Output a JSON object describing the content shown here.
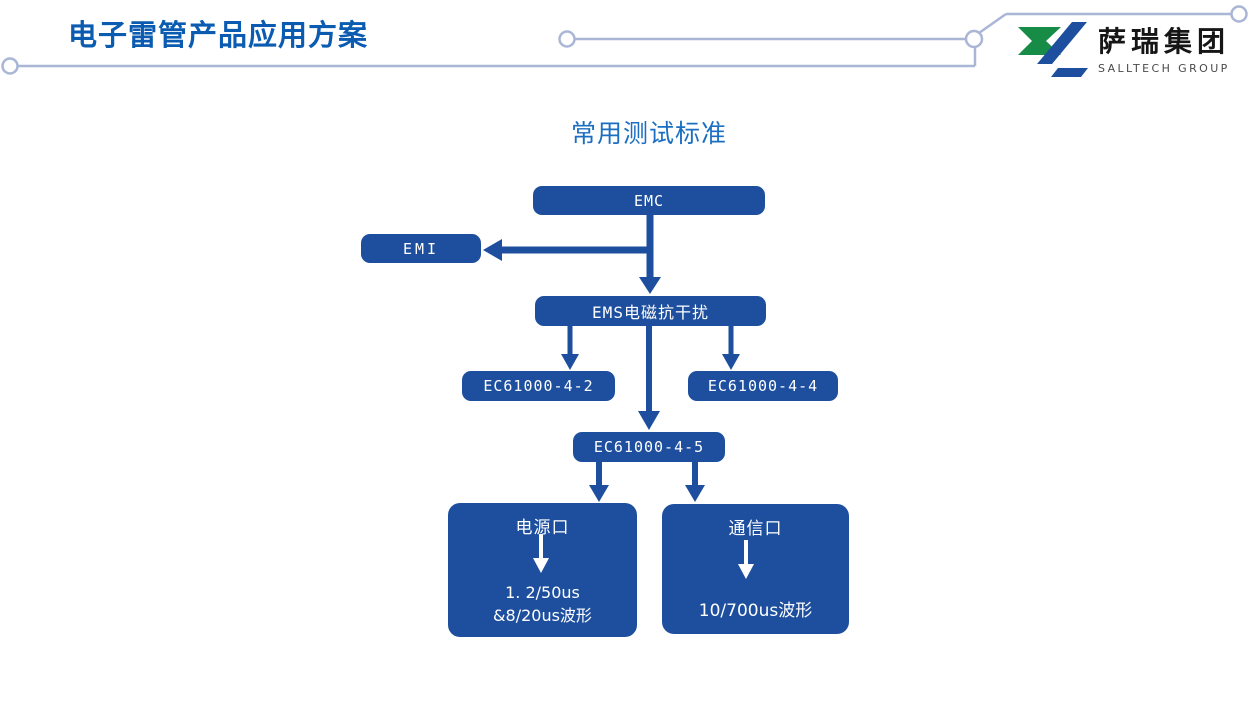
{
  "header": {
    "title": "电子雷管产品应用方案",
    "logo": {
      "icon": "salltech-logo-mark-icon",
      "company_cn": "萨瑞集团",
      "company_en": "SALLTECH GROUP"
    }
  },
  "diagram": {
    "title": "常用测试标准",
    "nodes": {
      "emc": {
        "label": "EMC"
      },
      "emi": {
        "label": "EMI"
      },
      "ems": {
        "label": "EMS电磁抗干扰"
      },
      "ec61000_4_2": {
        "label": "EC61000-4-2"
      },
      "ec61000_4_4": {
        "label": "EC61000-4-4"
      },
      "ec61000_4_5": {
        "label": "EC61000-4-5"
      },
      "power_port": {
        "label": "电源口",
        "lines": [
          "1. 2/50us",
          "&8/20us波形"
        ]
      },
      "comm_port": {
        "label": "通信口",
        "lines": [
          "10/700us波形"
        ]
      }
    },
    "edges": [
      "EMC -> EMI",
      "EMC -> EMS电磁抗干扰",
      "EMS电磁抗干扰 -> EC61000-4-2",
      "EMS电磁抗干扰 -> EC61000-4-4",
      "EMS电磁抗干扰 -> EC61000-4-5",
      "EC61000-4-5 -> 电源口",
      "EC61000-4-5 -> 通信口",
      "电源口 -> 1. 2/50us &8/20us波形",
      "通信口 -> 10/700us波形"
    ]
  },
  "colors": {
    "node_blue": "#1e4f9e",
    "title_blue": "#0b5cb1",
    "subtitle_blue": "#1b6ec2",
    "logo_green": "#178c47",
    "logo_blue": "#1d4f9e",
    "circuit_line": "#a9b6d6",
    "background": "#ffffff"
  }
}
